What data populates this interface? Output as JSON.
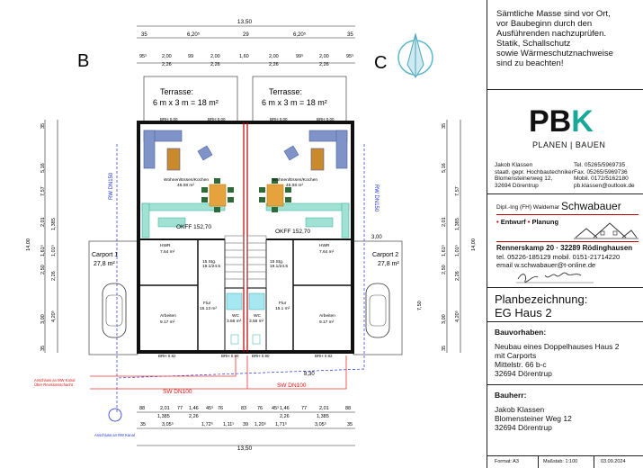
{
  "drawing": {
    "overall_width_top": "13,50",
    "overall_width_bottom": "13,50",
    "top_dims": [
      "35",
      "6,20⁵",
      "29",
      "6,20⁵",
      "35"
    ],
    "top_dims2": [
      "95⁵",
      "2,00",
      "99",
      "2,00",
      "1,60",
      "2,00",
      "99⁵",
      "2,00",
      "95⁵"
    ],
    "top_dims2_sub": [
      "2,26",
      "2,26",
      "2,26",
      "2,26"
    ],
    "bottom_dims1": [
      "88",
      "2,01",
      "77",
      "1,46",
      "45⁵",
      "76",
      "83",
      "76",
      "45⁵",
      "1,46",
      "77",
      "2,01",
      "88"
    ],
    "bottom_dims1_sub": [
      "1,385",
      "2,26",
      "2,26",
      "1,385"
    ],
    "bottom_dims2": [
      "35",
      "3,05⁵",
      "1,72⁵",
      "1,11⁵",
      "39",
      "1,20⁵",
      "1,71⁵",
      "3,05⁵",
      "35"
    ],
    "left_dims_outer": "14,00",
    "left_dims": [
      "35",
      "5,16",
      "7,57",
      "2,01",
      "1,385",
      "1,61⁵",
      "2,50",
      "1,01⁵",
      "2,26",
      "3,00",
      "4,20⁵",
      "35"
    ],
    "right_dims_outer": "14,00",
    "right_dims": [
      "35",
      "5,16",
      "7,57",
      "2,01",
      "1,385",
      "1,61⁵",
      "2,50",
      "1,01⁵",
      "2,26",
      "3,00",
      "7,50",
      "4,20⁵",
      "35"
    ],
    "dim_830": "8,30",
    "dim_300": "3,00",
    "label_b": "B",
    "label_c": "C",
    "terrace_left_title": "Terrasse:",
    "terrace_left_area": "6 m x 3 m = 18 m²",
    "terrace_right_title": "Terrasse:",
    "terrace_right_area": "6 m x 3 m = 18 m²",
    "brh_top": [
      "BRH 0.00",
      "BRH 0.00",
      "BRH 0.00",
      "BRH 0.00"
    ],
    "living_left": "Wohnen/Essen/Kochen",
    "living_left_area": "45.08 m²",
    "living_right": "Wohnen/Essen/Kochen",
    "living_right_area": "45.08 m²",
    "okff_left": "OKFF 152,70",
    "okff_right": "OKFF 152,70",
    "carport_left": "Carport 1",
    "carport_left_area": "27,8 m²",
    "carport_right": "Carport 2",
    "carport_right_area": "27,8 m²",
    "stairs_left": "15 Stg.",
    "stairs_left_2": "19.1/24.5",
    "stairs_right": "15 Stg.",
    "stairs_right_2": "19.1/24.5",
    "hwr_left": "HWR",
    "hwr_left_area": "7.64 m²",
    "hwr_right": "HWR",
    "hwr_right_area": "7.64 m²",
    "flur_left": "Flur",
    "flur_left_area": "15.13 m²",
    "flur_right": "Flur",
    "flur_right_area": "15.1 m²",
    "arbeiten_left": "Arbeiten",
    "arbeiten_left_area": "9.17 m²",
    "arbeiten_right": "Arbeiten",
    "arbeiten_right_area": "9.17 m²",
    "wc_left": "WC",
    "wc_left_area": "3.56 m²",
    "wc_right": "WC",
    "wc_right_area": "3.56 m²",
    "brh_bottom": [
      "BRH 0.82",
      "BRH 0.90",
      "BRH 0.90",
      "BRH 0.82"
    ],
    "rw_left": "RW DN150",
    "rw_right": "RW DN150",
    "sw_dn100_a": "SW DN100",
    "sw_dn100_b": "SW DN100",
    "anschluss_mw": "Anschluss an MW Kanal",
    "anschluss_mw_2": "Über Revisionsschacht",
    "anschluss_rw": "Anschluss an RW Kanal"
  },
  "panel": {
    "notice": [
      "Sämtliche Masse sind vor Ort,",
      "vor Baubeginn durch den",
      "Ausführenden nachzuprüfen.",
      "Statik, Schallschutz",
      "sowie Wärmeschutznachweise",
      "sind zu beachten!"
    ],
    "logo_main": "PBK",
    "logo_sub": "PLANEN | BAUEN",
    "company_left": [
      "Jakob Klassen",
      "staatl. gepr. Hochbautechniker",
      "Blomensteinerweg 12,",
      "32694 Dörentrup"
    ],
    "company_right": [
      "Tel. 05265/5969735",
      "Fax. 05265/5969736",
      "Mobil. 0172/5162180",
      "pb.klassen@outlook.de"
    ],
    "engineer_prefix": "Dipl.-Ing (FH) Waldemar",
    "engineer_name": "Schwabauer",
    "services": [
      "Entwurf",
      "Planung"
    ],
    "engineer_address": [
      "Rennerskamp 20  ·  32289 Rödinghausen",
      "tel. 05226-185129    mobil. 0151-21714220",
      "email  w.schwabauer@t-online.de"
    ],
    "plan_label": "Planbezeichnung:",
    "plan_name": "EG Haus 2",
    "project_label": "Bauvorhaben:",
    "project_lines": [
      "Neubau eines Doppelhauses Haus 2",
      "mit Carports",
      "Mittelstr. 66 b-c",
      "32694 Dörentrup"
    ],
    "client_label": "Bauherr:",
    "client_lines": [
      "Jakob Klassen",
      "Blomensteiner Weg 12",
      "32694 Dörentrup"
    ],
    "format": "Format: A3",
    "scale": "Maßstab: 1:100",
    "date": "03.09.2024"
  }
}
